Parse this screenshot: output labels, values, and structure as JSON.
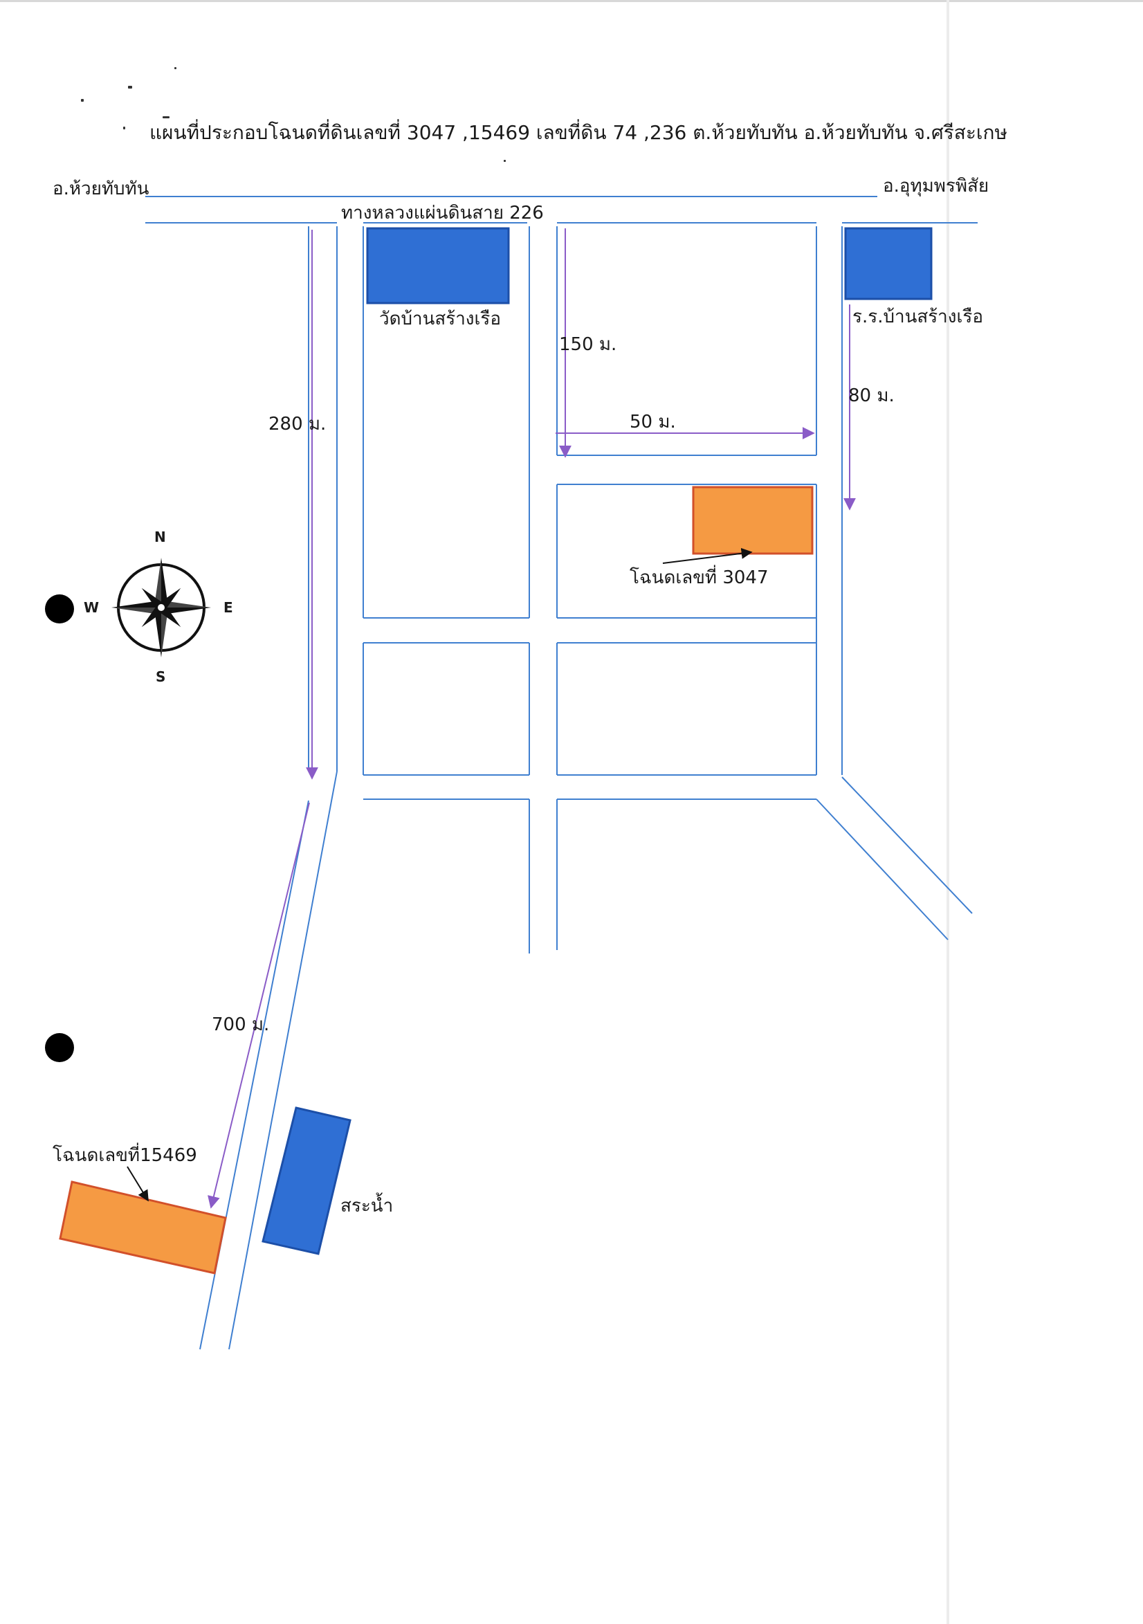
{
  "title": "แผนที่ประกอบโฉนดที่ดินเลขที่ 3047 ,15469 เลขที่ดิน 74 ,236 ต.ห้วยทับทัน อ.ห้วยทับทัน จ.ศรีสะเกษ",
  "direction_left": "อ.ห้วยทับทัน",
  "direction_right": "อ.อุทุมพรพิสัย",
  "road_name": "ทางหลวงแผ่นดินสาย 226",
  "landmarks": {
    "temple": "วัดบ้านสร้างเรือ",
    "school": "ร.ร.บ้านสร้างเรือ",
    "pond": "สระน้ำ"
  },
  "parcels": {
    "deed_3047": "โฉนดเลขที่ 3047",
    "deed_15469": "โฉนดเลขที่15469"
  },
  "distances": {
    "d280": "280 ม.",
    "d150": "150 ม.",
    "d50": "50 ม.",
    "d80": "80 ม.",
    "d700": "700 ม."
  },
  "compass": {
    "n": "N",
    "s": "S",
    "e": "E",
    "w": "W"
  },
  "colors": {
    "road": "#3f7fd0",
    "arrow": "#8a5cc7",
    "blue_fill": "#2f6fd4",
    "blue_stroke": "#1c4fa8",
    "orange_fill": "#f59a43",
    "orange_stroke": "#d2502a",
    "ink": "#111111"
  }
}
